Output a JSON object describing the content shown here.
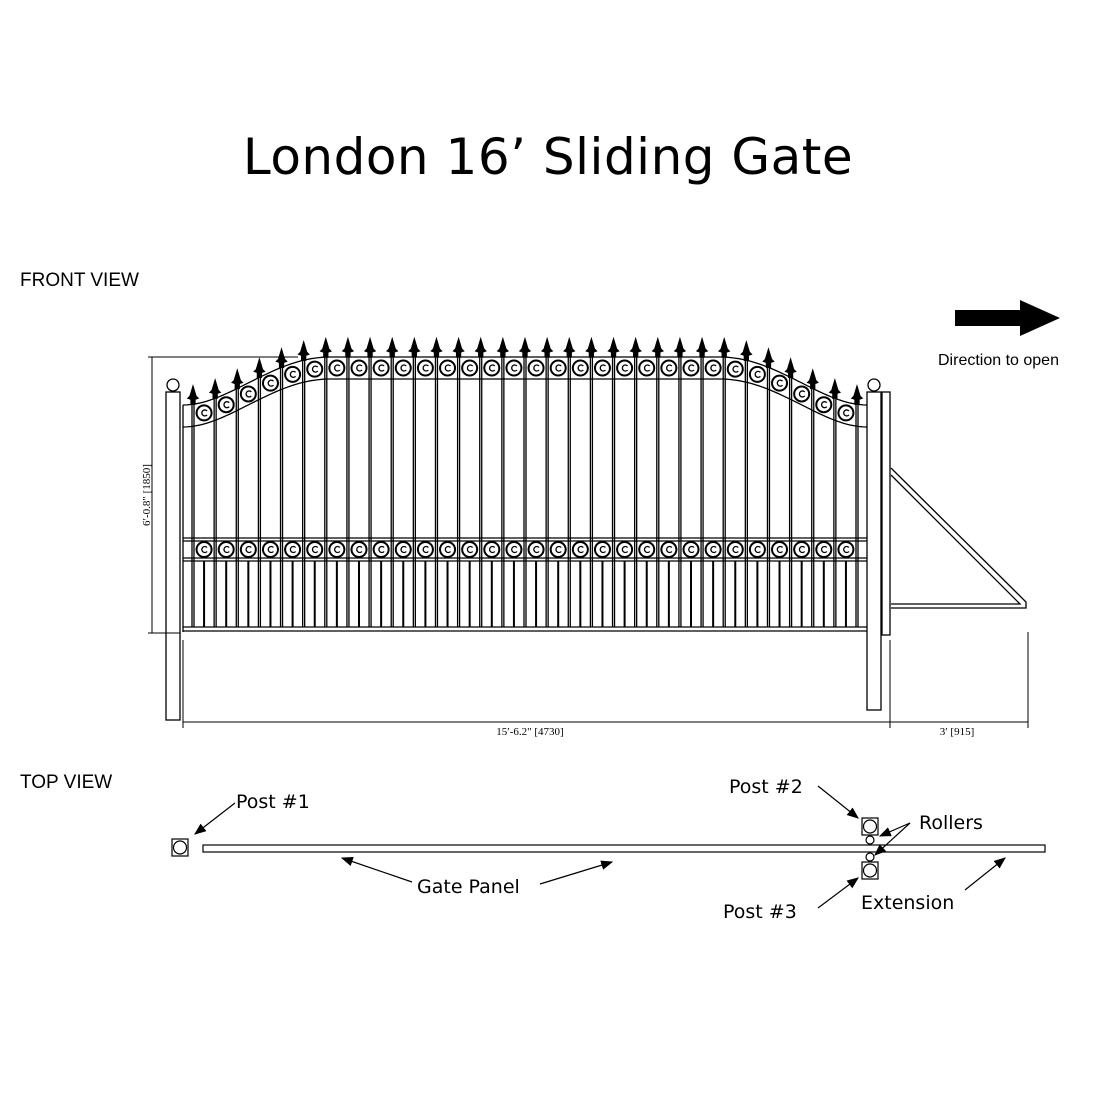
{
  "title": "London 16’ Sliding Gate",
  "front_view": {
    "label": "FRONT VIEW",
    "direction_label": "Direction to open",
    "direction_icon": "right-arrow-icon",
    "height_dimension": "6′-0.8\" [1850]",
    "width_dimension": "15′-6.2\" [4730]",
    "extension_dimension": "3′  [915]"
  },
  "top_view": {
    "label": "TOP  VIEW",
    "post1": "Post #1",
    "post2": "Post #2",
    "post3": "Post #3",
    "rollers": "Rollers",
    "gate_panel": "Gate Panel",
    "extension": "Extension"
  },
  "colors": {
    "ink": "#000000",
    "background": "#ffffff"
  }
}
